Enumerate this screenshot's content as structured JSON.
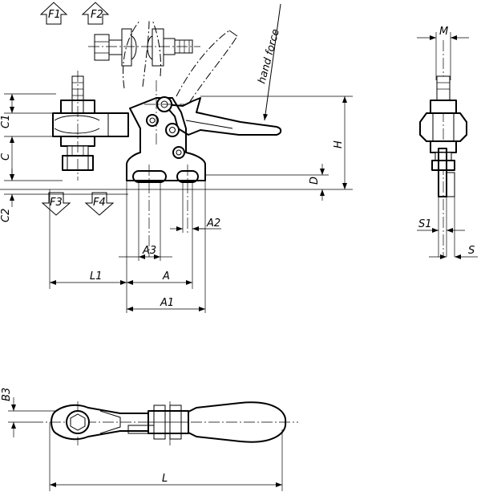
{
  "labels": {
    "force_top_1": "F1",
    "force_top_2": "F2",
    "force_bottom_1": "F3",
    "force_bottom_2": "F4",
    "hand_force": "hand force",
    "c1": "C1",
    "c": "C",
    "c2": "C2",
    "h": "H",
    "d": "D",
    "a2": "A2",
    "a3": "A3",
    "a": "A",
    "l1": "L1",
    "a1": "A1",
    "m": "M",
    "s1": "S1",
    "s": "S",
    "b3": "B3",
    "l": "L"
  }
}
